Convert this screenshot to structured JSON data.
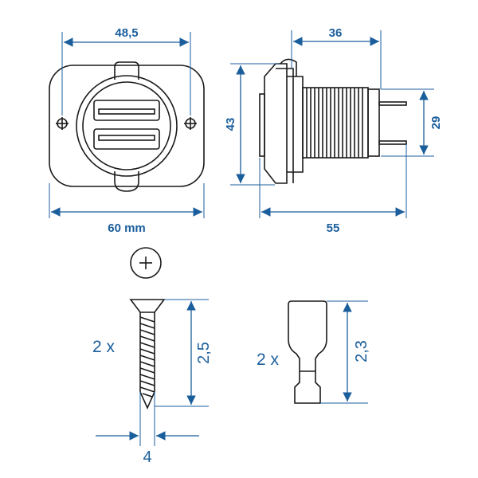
{
  "front_view": {
    "width_label": "48,5",
    "total_width_label": "60 mm"
  },
  "side_view": {
    "depth_label": "36",
    "height_label": "43",
    "terminal_height_label": "29",
    "total_depth_label": "55"
  },
  "screw": {
    "quantity_label": "2 x",
    "length_label": "2,5",
    "diameter_label": "4"
  },
  "connector": {
    "quantity_label": "2 x",
    "length_label": "2,3"
  },
  "colors": {
    "dimension": "#1b5e9c",
    "outline": "#1a1a1a"
  }
}
